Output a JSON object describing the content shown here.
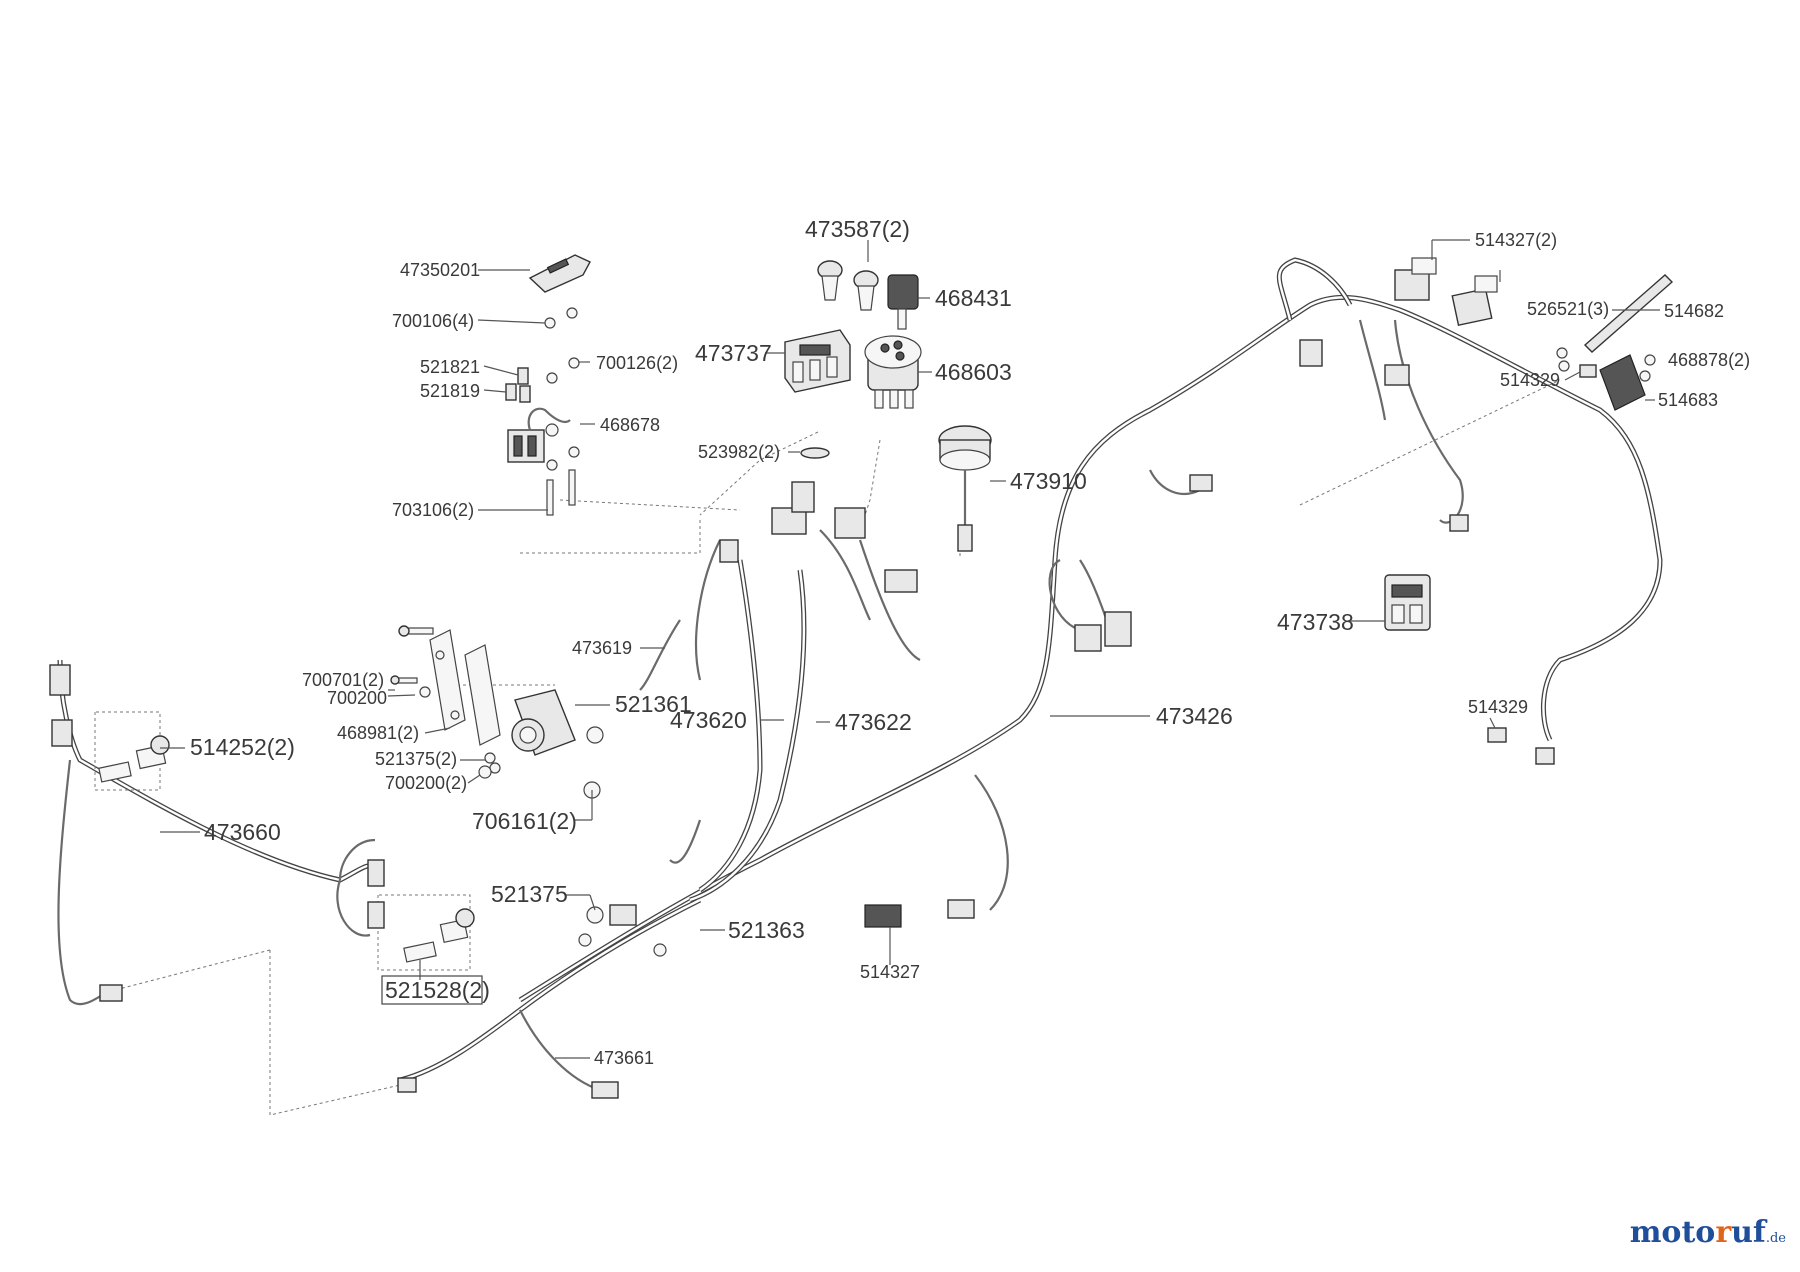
{
  "diagram": {
    "part_labels": [
      {
        "id": "p01",
        "text": "47350201"
      },
      {
        "id": "p02",
        "text": "700106(4)"
      },
      {
        "id": "p03",
        "text": "521821"
      },
      {
        "id": "p04",
        "text": "700126(2)"
      },
      {
        "id": "p05",
        "text": "521819"
      },
      {
        "id": "p06",
        "text": "468678"
      },
      {
        "id": "p07",
        "text": "703106(2)"
      },
      {
        "id": "p08",
        "text": "473587(2)"
      },
      {
        "id": "p09",
        "text": "468431"
      },
      {
        "id": "p10",
        "text": "473737"
      },
      {
        "id": "p11",
        "text": "468603"
      },
      {
        "id": "p12",
        "text": "523982(2)"
      },
      {
        "id": "p13",
        "text": "473910"
      },
      {
        "id": "p14",
        "text": "514327(2)"
      },
      {
        "id": "p15",
        "text": "526521(3)"
      },
      {
        "id": "p16",
        "text": "514682"
      },
      {
        "id": "p17",
        "text": "514329"
      },
      {
        "id": "p18",
        "text": "468878(2)"
      },
      {
        "id": "p19",
        "text": "514683"
      },
      {
        "id": "p20",
        "text": "473738"
      },
      {
        "id": "p21",
        "text": "473619"
      },
      {
        "id": "p22",
        "text": "700701(2)"
      },
      {
        "id": "p23",
        "text": "700200"
      },
      {
        "id": "p24",
        "text": "521361"
      },
      {
        "id": "p25",
        "text": "468981(2)"
      },
      {
        "id": "p26",
        "text": "521375(2)"
      },
      {
        "id": "p27",
        "text": "700200(2)"
      },
      {
        "id": "p28",
        "text": "706161(2)"
      },
      {
        "id": "p29",
        "text": "473620"
      },
      {
        "id": "p30",
        "text": "473622"
      },
      {
        "id": "p31",
        "text": "473426"
      },
      {
        "id": "p32",
        "text": "514329"
      },
      {
        "id": "p33",
        "text": "514252(2)"
      },
      {
        "id": "p34",
        "text": "473660"
      },
      {
        "id": "p35",
        "text": "521375"
      },
      {
        "id": "p36",
        "text": "521363"
      },
      {
        "id": "p37",
        "text": "514327"
      },
      {
        "id": "p38",
        "text": "521528(2)"
      },
      {
        "id": "p39",
        "text": "473661"
      }
    ]
  },
  "brand": {
    "main": "moto",
    "accent": "r",
    "main2": "uf",
    "tld": ".de",
    "colors": {
      "main": "#1f4f9a",
      "accent": "#e0641a"
    }
  }
}
